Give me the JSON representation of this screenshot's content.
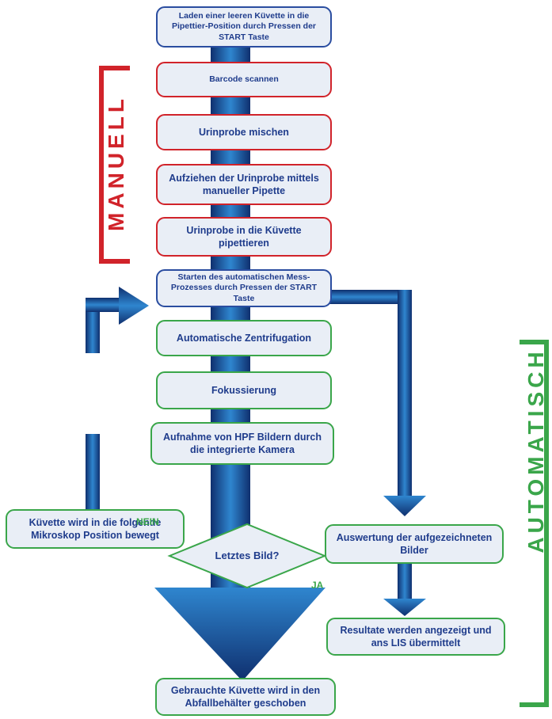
{
  "colors": {
    "manual": "#d1232a",
    "automatic": "#3aa64a",
    "start_border": "#2a4da0",
    "text": "#1f3c8c",
    "box_fill": "#e9eef6",
    "arrow_dark": "#0f2f6e",
    "arrow_light": "#2f86cf"
  },
  "side_labels": {
    "manual": "MANUELL",
    "automatic": "AUTOMATISCH"
  },
  "steps": {
    "load": "Laden einer leeren Küvette in die Pipettier-Position durch Pressen der START Taste",
    "barcode": "Barcode scannen",
    "mix": "Urinprobe mischen",
    "aspirate": "Aufziehen der Urinprobe mittels manueller Pipette",
    "pipette": "Urinprobe in die Küvette pipettieren",
    "start": "Starten des automatischen Mess-Prozesses durch Pressen der START Taste",
    "centrifuge": "Automatische Zentrifugation",
    "focus": "Fokussierung",
    "capture": "Aufnahme von HPF Bildern durch die integrierte Kamera",
    "move": "Küvette wird in die folgende Mikroskop Position bewegt",
    "decision": "Letztes Bild?",
    "evaluate": "Auswertung der aufgezeichneten Bilder",
    "results": "Resultate werden angezeigt und ans LIS übermittelt",
    "dispose": "Gebrauchte Küvette wird in den Abfallbehälter geschoben"
  },
  "branches": {
    "no": "NEIN",
    "yes": "JA"
  }
}
